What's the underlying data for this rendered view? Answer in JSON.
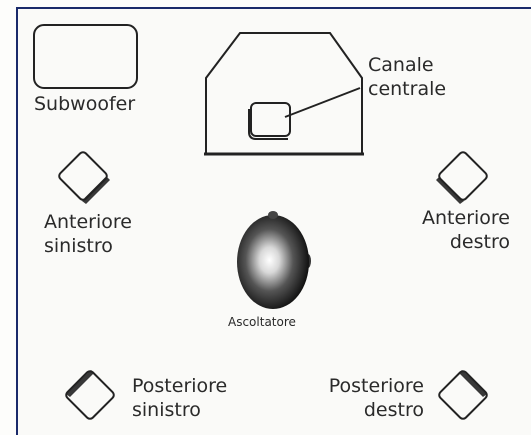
{
  "labels": {
    "subwoofer": "Subwoofer",
    "center": [
      "Canale",
      "centrale"
    ],
    "front_left": [
      "Anteriore",
      "sinistro"
    ],
    "front_right": [
      "Anteriore",
      "destro"
    ],
    "listener": "Ascoltatore",
    "rear_left": [
      "Posteriore",
      "sinistro"
    ],
    "rear_right": [
      "Posteriore",
      "destro"
    ]
  }
}
